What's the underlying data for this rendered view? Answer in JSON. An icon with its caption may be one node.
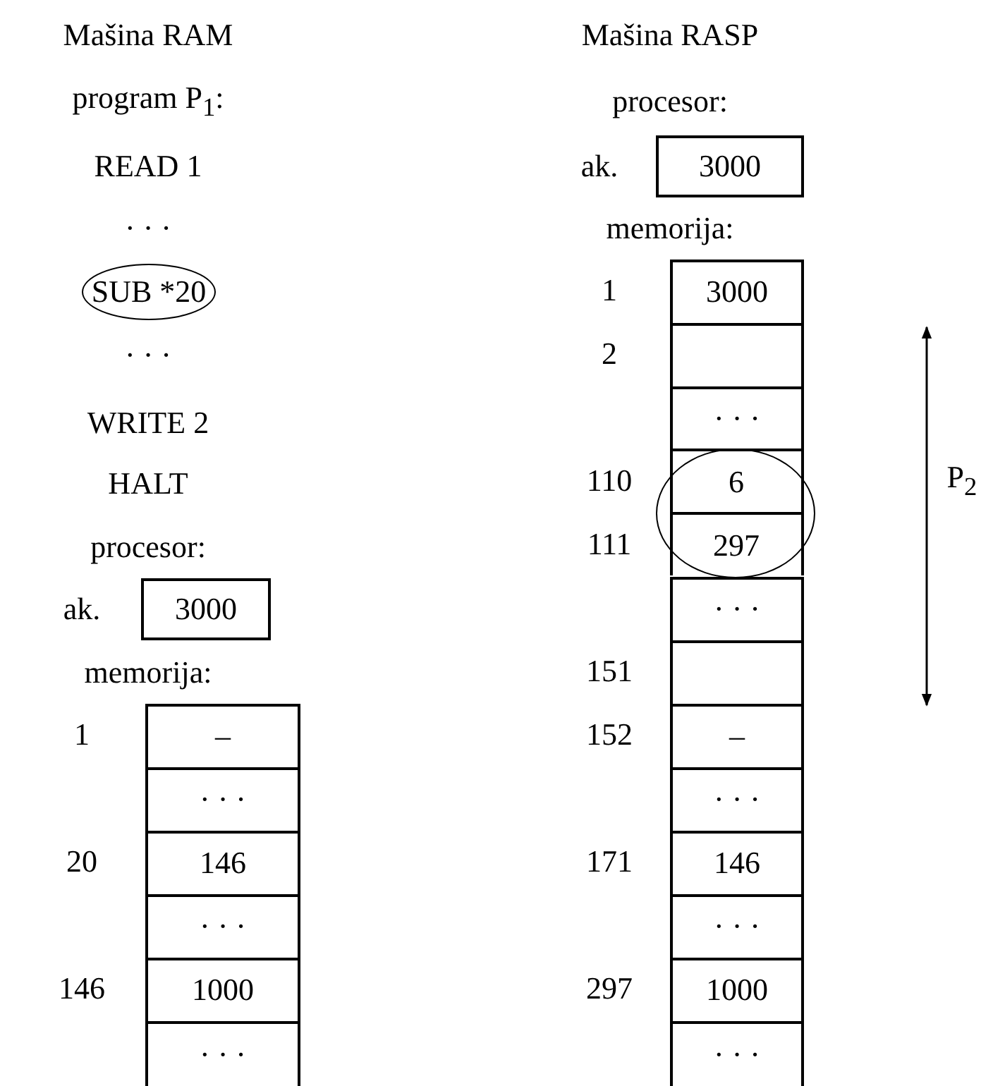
{
  "diagram": {
    "nodes": [
      {
        "text": [
          "SUB *20"
        ]
      },
      {
        "text": [
          "3000"
        ]
      },
      {
        "text": [
          "–"
        ]
      },
      {
        "text": [
          "· · ·"
        ]
      },
      {
        "text": [
          "146"
        ]
      },
      {
        "text": [
          "· · ·"
        ]
      },
      {
        "text": [
          "1000"
        ]
      },
      {
        "text": [
          "· · ·"
        ]
      },
      {
        "text": [
          "3000"
        ]
      },
      {
        "text": [
          "3000"
        ]
      },
      {
        "text": [],
        "shape": "box"
      },
      {
        "text": [
          "· · ·"
        ]
      },
      {
        "text": [],
        "shape": "ellipse"
      },
      {
        "text": [
          "6"
        ],
        "in": 12
      },
      {
        "text": [
          "297"
        ],
        "in": 12
      },
      {
        "text": [
          "· · ·"
        ]
      },
      {
        "text": [],
        "shape": "box"
      },
      {
        "text": [
          "–"
        ]
      },
      {
        "text": [
          "· · ·"
        ]
      },
      {
        "text": [
          "146"
        ]
      },
      {
        "text": [
          "· · ·"
        ]
      },
      {
        "text": [
          "1000"
        ]
      },
      {
        "text": [
          "· · ·"
        ]
      }
    ],
    "edges": [],
    "labels": [
      "Mašina RAM",
      "program P$_{1}$:",
      "READ 1",
      "· · ·",
      "· · ·",
      "WRITE 2",
      "HALT",
      "procesor:",
      "ak.",
      "memorija:",
      "1",
      "20",
      "146",
      "Mašina RASP",
      "procesor:",
      "ak.",
      "memorija:",
      "1",
      "2",
      "110",
      "111",
      "151",
      "152",
      "171",
      "297",
      "P$_{2}$"
    ]
  }
}
